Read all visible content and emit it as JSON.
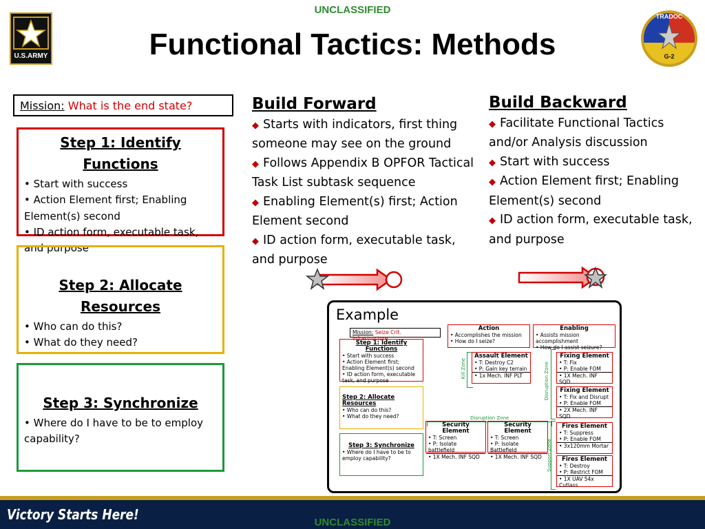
{
  "classification_top": "UNCLASSIFIED",
  "classification_bottom": "UNCLASSIFIED",
  "title": "Functional Tactics:  Methods",
  "army_logo_text": "U.S.ARMY",
  "tradoc_logo_text": [
    "TRADOC",
    "G-2"
  ],
  "mission": {
    "label": "Mission:",
    "question": "What is the end state?"
  },
  "step1": {
    "title": "Step 1: Identify Functions",
    "items": [
      "• Start with success",
      "• Action Element first; Enabling Element(s) second",
      "• ID action form, executable task, and purpose"
    ]
  },
  "step2": {
    "title": "Step 2: Allocate Resources",
    "items": [
      "• Who can do this?",
      "• What do they need?"
    ]
  },
  "step3": {
    "title": "Step 3: Synchronize",
    "items": [
      "• Where do I have to be to employ capability?"
    ]
  },
  "build_forward": {
    "title": "Build Forward",
    "items": [
      "Starts with indicators, first thing someone may see on the ground",
      "Follows Appendix B OPFOR Tactical Task List subtask sequence",
      "Enabling Element(s) first; Action Element second",
      "ID action form, executable task, and purpose"
    ]
  },
  "build_backward": {
    "title": "Build Backward",
    "items": [
      "Facilitate Functional Tactics and/or Analysis discussion",
      "Start with success",
      "Action Element first; Enabling Element(s) second",
      "ID action form, executable task, and purpose"
    ]
  },
  "example": {
    "label": "Example",
    "mission_label": "Mission:",
    "mission_text": "Seize Crit. Infrastructure",
    "step1_title": "Step 1: Identify Functions",
    "step1_items": [
      "• Start with success",
      "• Action Element first; Enabling Element(s) second",
      "• ID action form, executable task, and purpose"
    ],
    "step2_title": "Step 2: Allocate Resources",
    "step2_items": [
      "• Who can do this?",
      "• What do they need?"
    ],
    "step3_title": "Step 3: Synchronize",
    "step3_items": [
      "• Where do I have to be to employ capability?"
    ],
    "action_title": "Action",
    "action_items": [
      "• Accomplishes the mission",
      "• How do I seize?"
    ],
    "enabling_title": "Enabling",
    "enabling_items": [
      "• Assists mission accomplishment",
      "• How do I assist seizure?"
    ],
    "kill_zone": "Kill Zone",
    "disruption_zone": "Disruption Zone",
    "support_zone": "Support Zone",
    "assault": {
      "title": "Assault Element",
      "items": [
        "• T: Destroy C2",
        "• P: Gain key terrain"
      ],
      "unit": "• 1x Mech. INF PLT"
    },
    "fixing1": {
      "title": "Fixing Element",
      "items": [
        "• T: Fix",
        "• P: Enable FOM"
      ],
      "unit": "• 1X Mech. INF SQD"
    },
    "fixing2": {
      "title": "Fixing Element",
      "items": [
        "• T: Fix and Disrupt",
        "• P: Enable FOM"
      ],
      "unit": "• 2X Mech. INF SQD"
    },
    "security1": {
      "title": "Security Element",
      "items": [
        "• T: Screen",
        "• P: Isolate battlefield"
      ],
      "unit": "• 1X Mech. INF SQD"
    },
    "security2": {
      "title": "Security Element",
      "items": [
        "• T: Screen",
        "• P: Isolate Battlefield"
      ],
      "unit": "• 1X Mech. INF SQD"
    },
    "fires1": {
      "title": "Fires Element",
      "items": [
        "• T: Suppress",
        "• P: Enable FOM"
      ],
      "unit": "• 3x120mm Mortar"
    },
    "fires2": {
      "title": "Fires Element",
      "items": [
        "• T: Destroy",
        "• P: Restrict FOM"
      ],
      "unit": "• 1X UAV 54x Cutlass"
    }
  },
  "footer_text": "Victory Starts Here!",
  "colors": {
    "red": "#d00000",
    "yellow": "#e8b000",
    "green": "#1a9a3a",
    "navy": "#0a1f44",
    "gold": "#c8a020"
  }
}
